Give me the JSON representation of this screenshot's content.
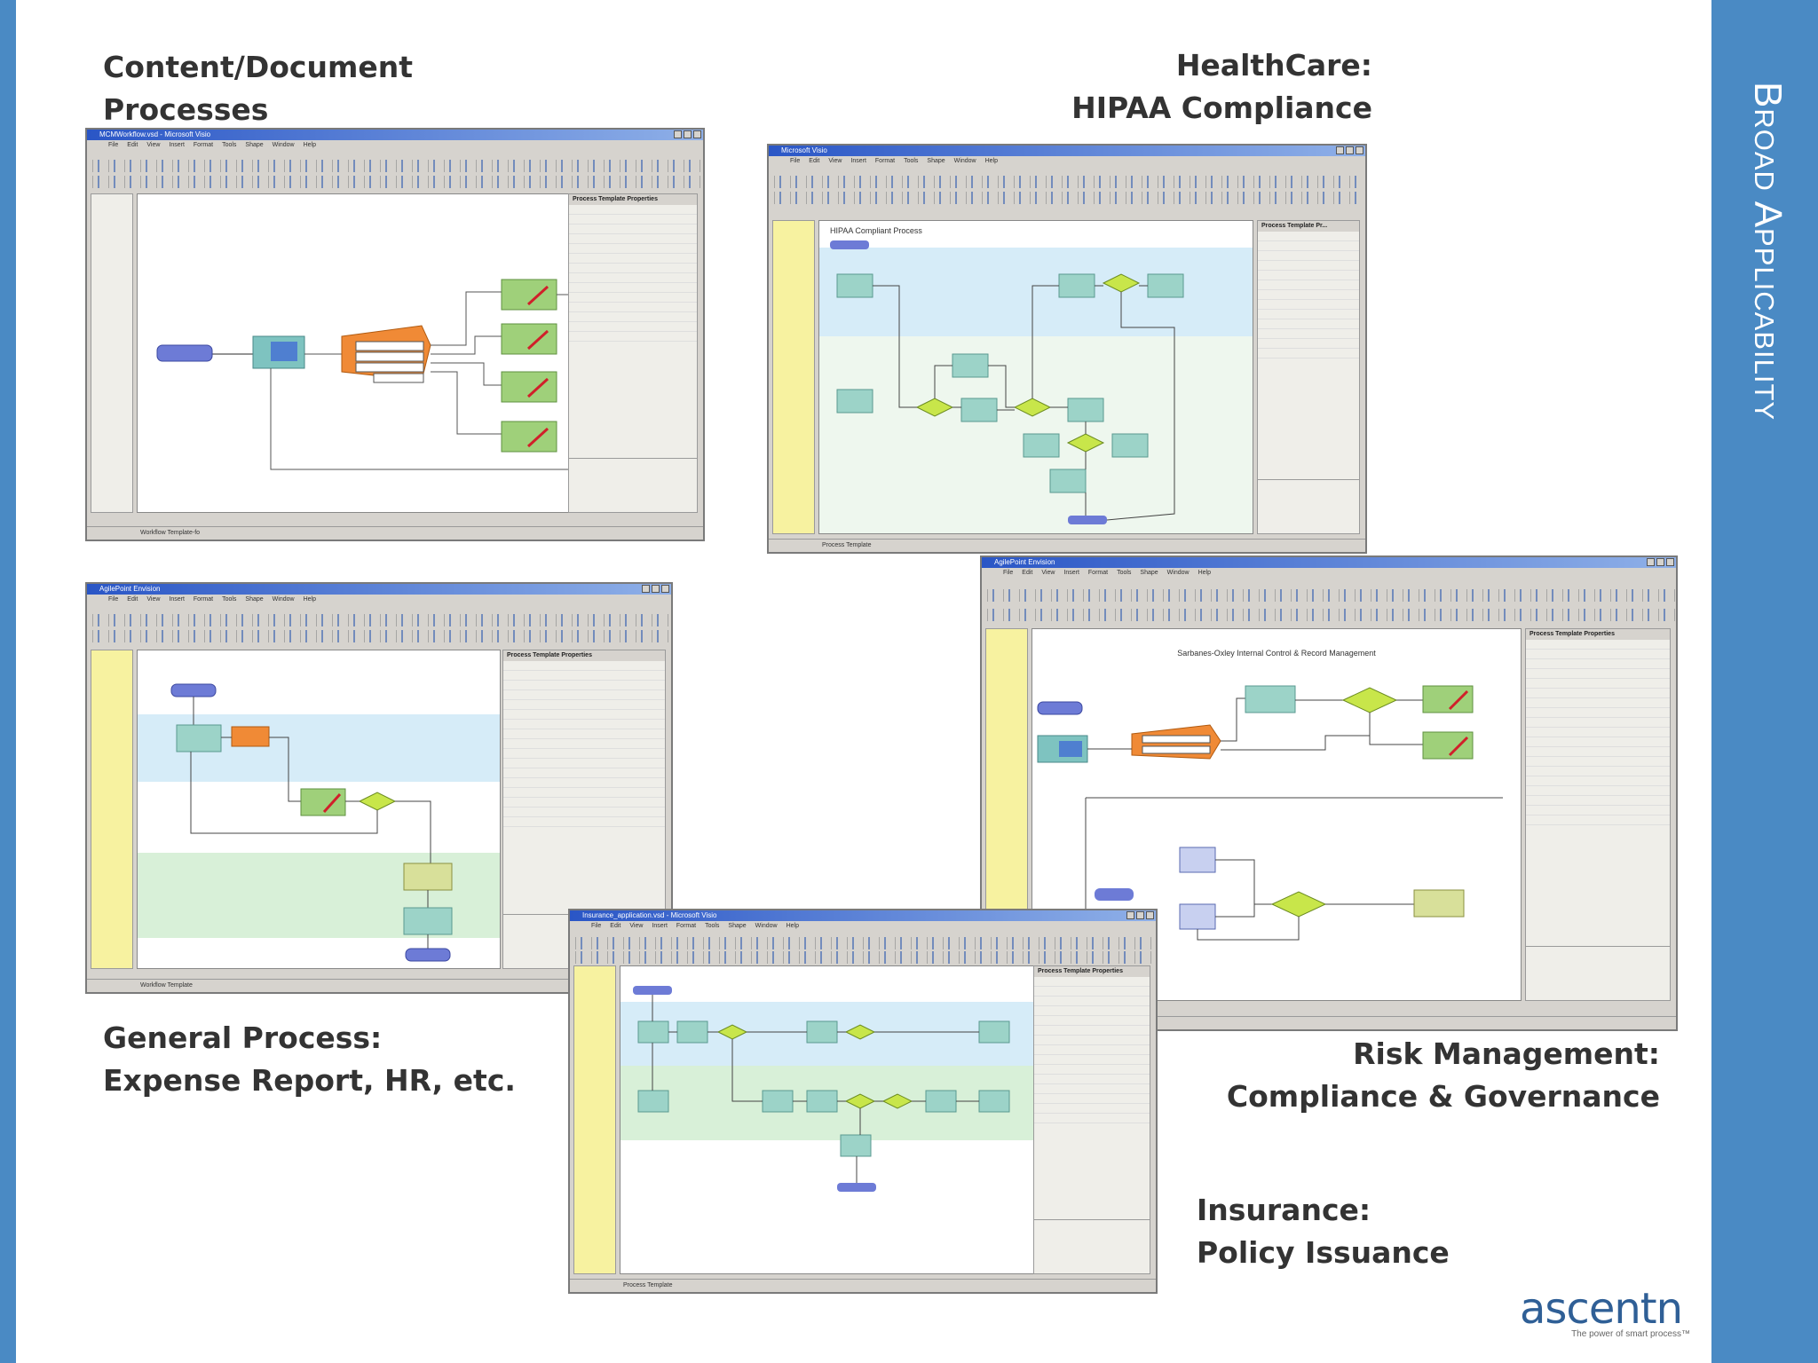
{
  "section_title": "Broad Applicability",
  "captions": {
    "content": {
      "line1": "Content/Document",
      "line2": "Processes"
    },
    "healthcare": {
      "line1": "HealthCare:",
      "line2": "HIPAA Compliance"
    },
    "general": {
      "line1": "General Process:",
      "line2": "Expense Report, HR, etc."
    },
    "risk": {
      "line1": "Risk Management:",
      "line2": "Compliance & Governance"
    },
    "insurance": {
      "line1": "Insurance:",
      "line2": "Policy Issuance"
    }
  },
  "logo": {
    "word": "ascentn",
    "tagline": "The power of smart process™"
  },
  "screens": {
    "content": {
      "title": "MCMWorkflow.vsd - Microsoft Visio",
      "canvas_label": "",
      "props_title": "Process Template Properties",
      "tab": "Workflow Template-fo"
    },
    "hipaa": {
      "title": "Microsoft Visio",
      "canvas_label": "HIPAA Compliant Process",
      "props_title": "Process Template Pr...",
      "tab": "Process Template"
    },
    "general": {
      "title": "AgilePoint Envision",
      "canvas_label": "",
      "props_title": "Process Template Properties",
      "tab": "Workflow Template"
    },
    "risk": {
      "title": "AgilePoint Envision",
      "canvas_label": "Sarbanes-Oxley Internal Control & Record Management",
      "props_title": "Process Template Properties",
      "tab": ""
    },
    "insurance": {
      "title": "Insurance_application.vsd - Microsoft Visio",
      "canvas_label": "",
      "props_title": "Process Template Properties",
      "tab": "Process Template"
    }
  },
  "menu_items": [
    "File",
    "Edit",
    "View",
    "Insert",
    "Format",
    "Tools",
    "Shape",
    "Window",
    "Help"
  ],
  "colors": {
    "accent_bar": "#4a8ac4",
    "caption_text": "#333333",
    "logo": "#2f5f96"
  }
}
